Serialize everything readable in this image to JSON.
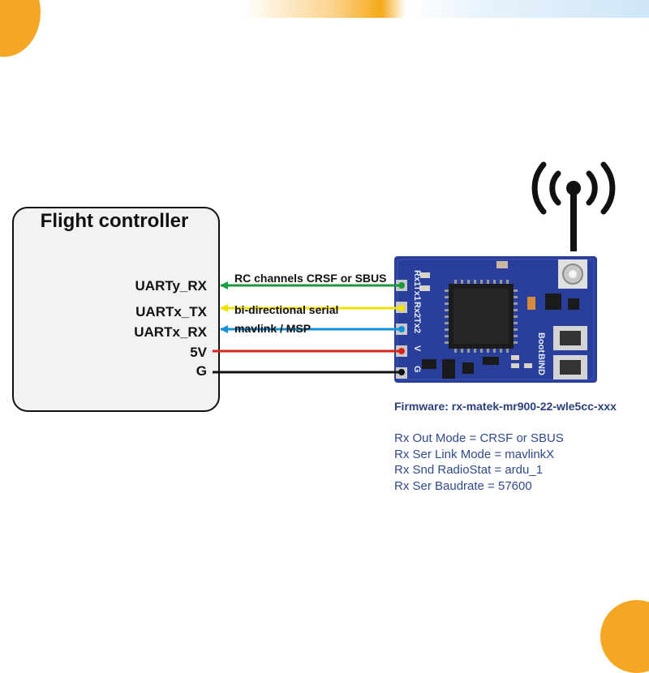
{
  "flight_controller": {
    "title": "Flight controller",
    "pins": [
      "UARTy_RX",
      "UARTx_TX",
      "UARTx_RX",
      "5V",
      "G"
    ]
  },
  "wires": [
    {
      "label": "RC channels CRSF or SBUS",
      "color": "#1e9a3f"
    },
    {
      "label": "bi-directional serial",
      "color": "#f2e200"
    },
    {
      "label": "mavlink / MSP",
      "color": "#1591d8"
    },
    {
      "label": "",
      "color": "#d9251b"
    },
    {
      "label": "",
      "color": "#111111"
    }
  ],
  "board": {
    "labels": [
      "Rx1",
      "Tx1",
      "Rx2",
      "Tx2",
      "V",
      "G",
      "BIND",
      "Boot"
    ],
    "color": "#2a3e9b"
  },
  "firmware": "Firmware: rx-matek-mr900-22-wle5cc-xxx",
  "settings": [
    "Rx Out Mode = CRSF or SBUS",
    "Rx Ser Link Mode = mavlinkX",
    "Rx Snd RadioStat = ardu_1",
    "Rx Ser Baudrate = 57600"
  ],
  "icons": [
    "antenna-icon"
  ]
}
